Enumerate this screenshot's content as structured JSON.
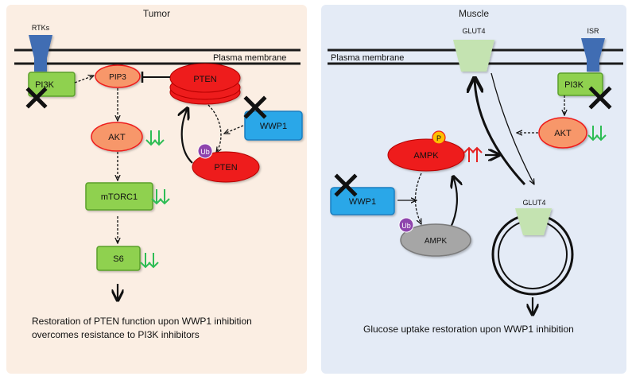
{
  "colors": {
    "tumor_bg": "#fbeee3",
    "muscle_bg": "#e4ebf6",
    "membrane": "#1a1a1a",
    "pten_red": "#ee1c1c",
    "wwp1_blue": "#2aa7e8",
    "green_box": "#8fd14f",
    "salmon": "#f7976a",
    "glut4_green": "#c4e3b1",
    "ub_purple": "#8e44ad",
    "phospho_yellow": "#ffc000",
    "down_arrow_green": "#2ebd55",
    "up_arrow_red": "#e52222",
    "receptor_blue": "#3f6db3",
    "ampk_grey": "#a6a6a6"
  },
  "tumor": {
    "title": "Tumor",
    "rtk_label": "RTKs",
    "membrane_label": "Plasma membrane",
    "pi3k": "PI3K",
    "pip3": "PIP3",
    "pten_top": "PTEN",
    "pten_bottom": "PTEN",
    "ub": "Ub",
    "wwp1": "WWP1",
    "akt": "AKT",
    "mtorc1": "mTORC1",
    "s6": "S6",
    "caption_line1": "Restoration of PTEN function upon WWP1 inhibition",
    "caption_line2": "overcomes resistance to PI3K inhibitors"
  },
  "muscle": {
    "title": "Muscle",
    "glut4_top": "GLUT4",
    "isr_label": "ISR",
    "membrane_label": "Plasma membrane",
    "pi3k": "PI3K",
    "akt": "AKT",
    "ampk": "AMPK",
    "phospho": "P",
    "wwp1": "WWP1",
    "ub": "Ub",
    "ampk_ub": "AMPK",
    "glut4_vesicle": "GLUT4",
    "caption": "Glucose uptake restoration upon WWP1 inhibition"
  }
}
